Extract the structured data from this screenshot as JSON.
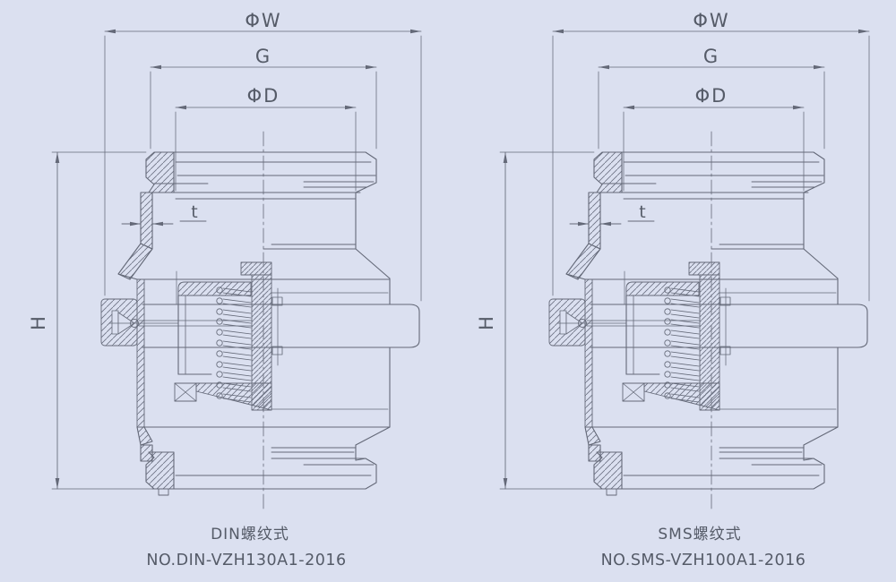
{
  "page": {
    "background_color": "#dbe0f0",
    "line_color": "#646978",
    "text_color": "#555b68"
  },
  "drawings": [
    {
      "standard": "DIN",
      "dimension_labels": {
        "outer_width": "ΦW",
        "thread_od": "G",
        "bore": "ΦD",
        "wall_thickness": "t",
        "height": "H"
      },
      "caption": {
        "type_label": "DIN螺纹式",
        "model_no": "NO.DIN-VZH130A1-2016"
      }
    },
    {
      "standard": "SMS",
      "dimension_labels": {
        "outer_width": "ΦW",
        "thread_od": "G",
        "bore": "ΦD",
        "wall_thickness": "t",
        "height": "H"
      },
      "caption": {
        "type_label": "SMS螺纹式",
        "model_no": "NO.SMS-VZH100A1-2016"
      }
    }
  ]
}
